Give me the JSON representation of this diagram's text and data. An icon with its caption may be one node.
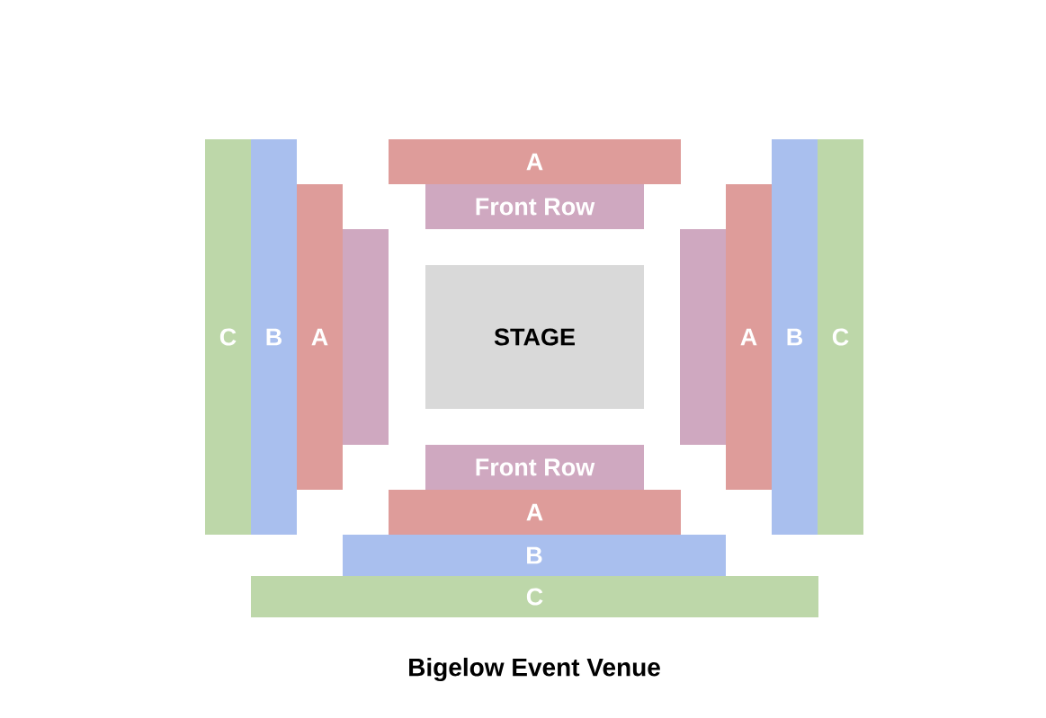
{
  "diagram": {
    "title": "Bigelow Event Venue",
    "nodes": [
      {
        "text": [
          "A"
        ]
      },
      {
        "text": [
          "Front Row"
        ]
      },
      {
        "text": [
          "C"
        ]
      },
      {
        "text": [
          "B"
        ]
      },
      {
        "text": [
          "A"
        ]
      },
      {
        "text": [],
        "shape": "box"
      },
      {
        "text": [
          "STAGE"
        ]
      },
      {
        "text": [],
        "shape": "box"
      },
      {
        "text": [
          "A"
        ]
      },
      {
        "text": [
          "B"
        ]
      },
      {
        "text": [
          "C"
        ]
      },
      {
        "text": [
          "Front Row"
        ]
      },
      {
        "text": [
          "A"
        ]
      },
      {
        "text": [
          "B"
        ]
      },
      {
        "text": [
          "C"
        ]
      }
    ],
    "edges": []
  }
}
